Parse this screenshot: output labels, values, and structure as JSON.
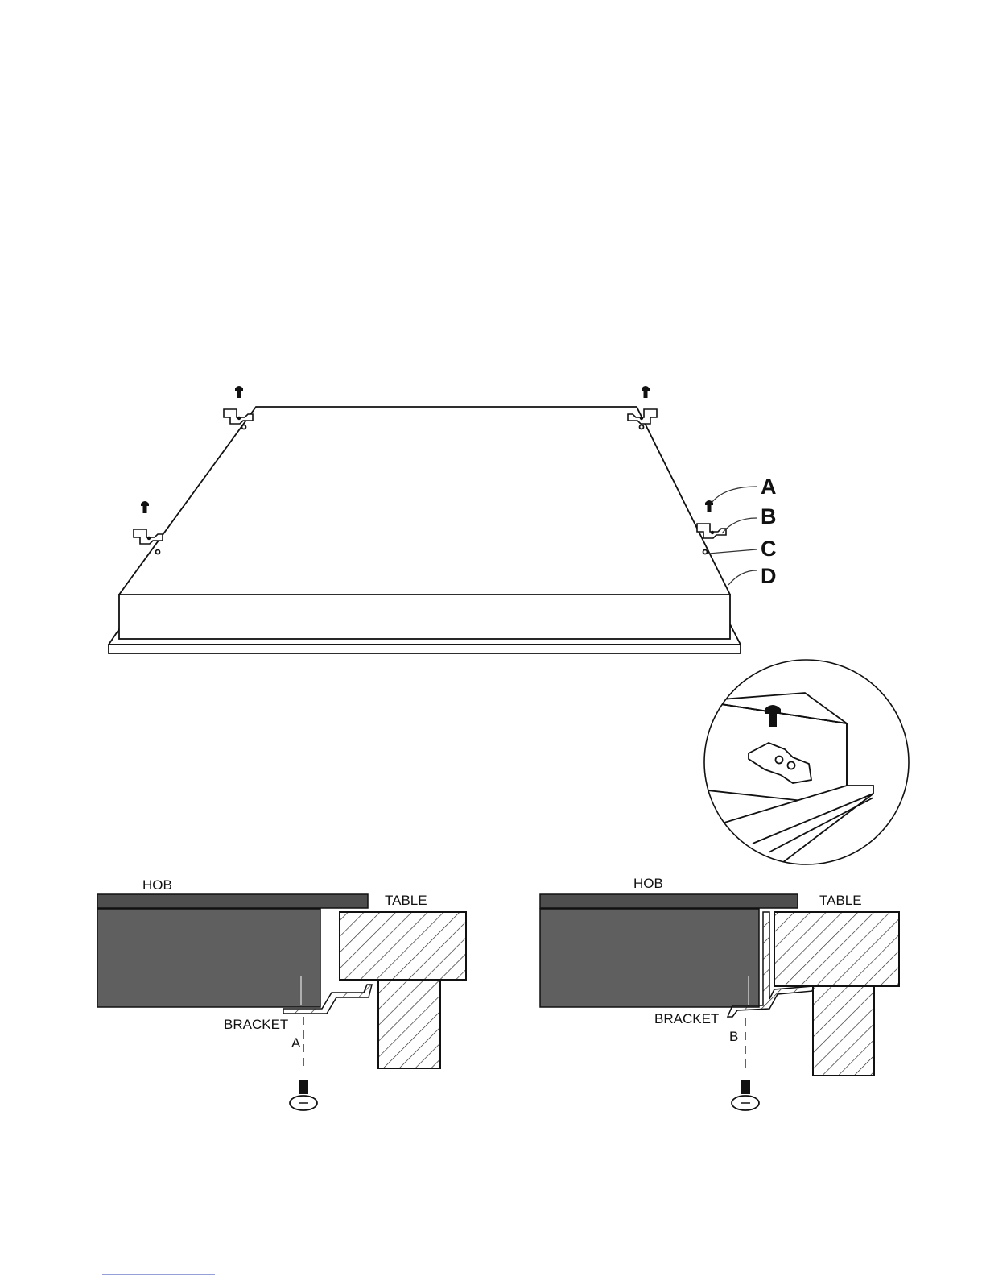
{
  "callouts": {
    "a": "A",
    "b": "B",
    "c": "C",
    "d": "D"
  },
  "section_left": {
    "hob": "HOB",
    "table": "TABLE",
    "bracket": "BRACKET",
    "marker": "A"
  },
  "section_right": {
    "hob": "HOB",
    "table": "TABLE",
    "bracket": "BRACKET",
    "marker": "B"
  },
  "colors": {
    "line": "#111111",
    "hob_body": "#5f5f5f",
    "hob_top": "#4e4e4e"
  }
}
